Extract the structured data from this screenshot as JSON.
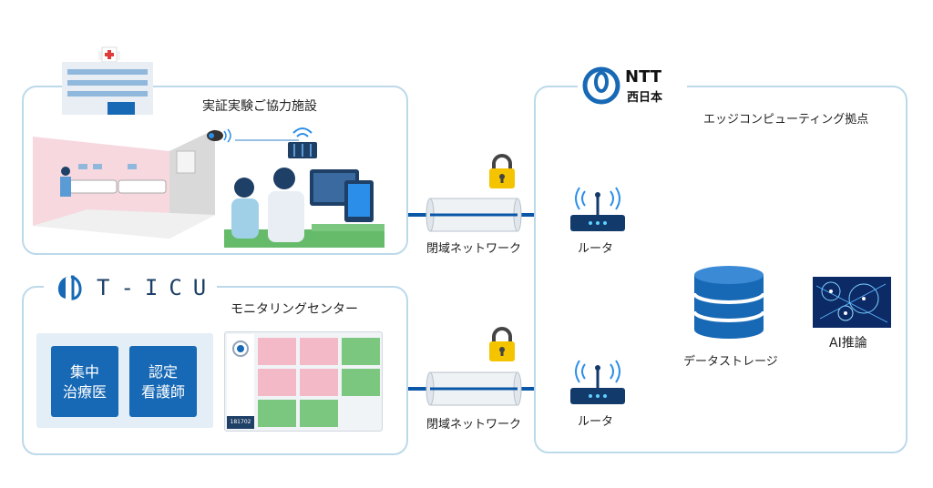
{
  "facility": {
    "label": "実証実験ご協力施設"
  },
  "ntt": {
    "logo_line1": "NTT",
    "logo_line2": "西日本",
    "site_label": "エッジコンピューティング拠点"
  },
  "ticu": {
    "logo_text": "T-ICU",
    "center_label": "モニタリングセンター",
    "monitor_id": "181702"
  },
  "roles": [
    {
      "line1": "集中",
      "line2": "治療医"
    },
    {
      "line1": "認定",
      "line2": "看護師"
    }
  ],
  "network": {
    "top_label": "閉域ネットワーク",
    "bottom_label": "閉域ネットワーク"
  },
  "routers": {
    "top_label": "ルータ",
    "bottom_label": "ルータ"
  },
  "storage": {
    "label": "データストレージ"
  },
  "ai": {
    "label": "AI推論"
  },
  "colors": {
    "panel_border": "#bcd9ea",
    "brand_blue": "#1769b5",
    "link_blue": "#0a57a8",
    "lock_yellow": "#f5c400",
    "router_navy": "#123a6b"
  }
}
